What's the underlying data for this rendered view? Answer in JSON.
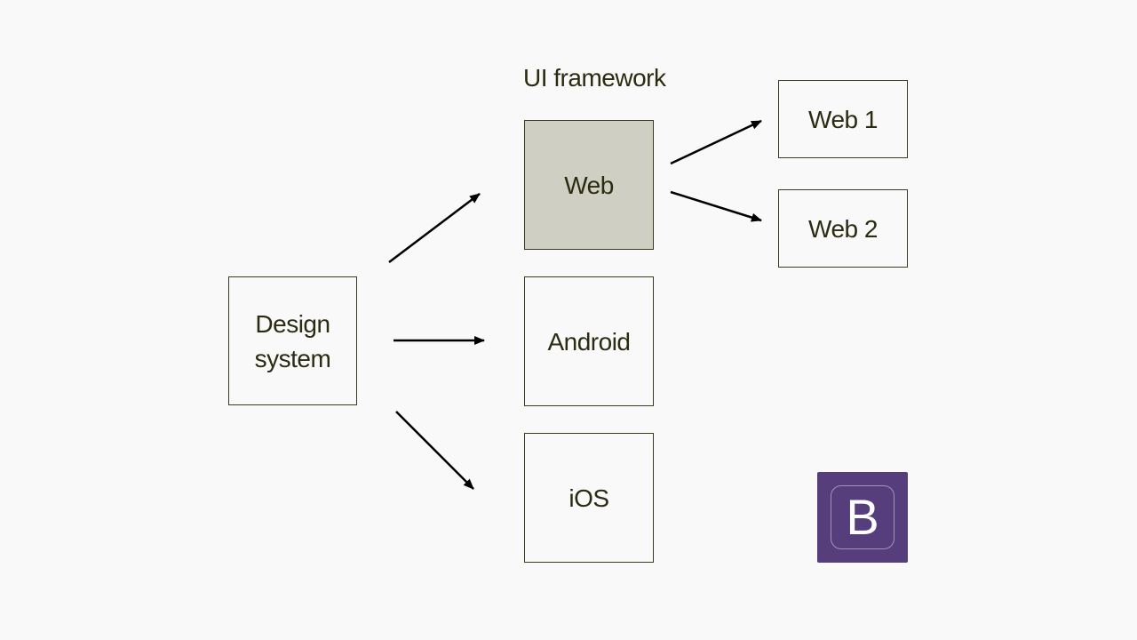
{
  "heading": "UI framework",
  "nodes": {
    "design_system": "Design system",
    "web": "Web",
    "android": "Android",
    "ios": "iOS",
    "web1": "Web 1",
    "web2": "Web 2"
  },
  "logo": {
    "letter": "B",
    "name": "bootstrap-logo"
  },
  "colors": {
    "background": "#f9f9f9",
    "text": "#2b2b12",
    "border": "#3a3a22",
    "highlight_fill": "#d0cfc3",
    "logo_purple": "#563d7c",
    "arrow": "#000000"
  }
}
